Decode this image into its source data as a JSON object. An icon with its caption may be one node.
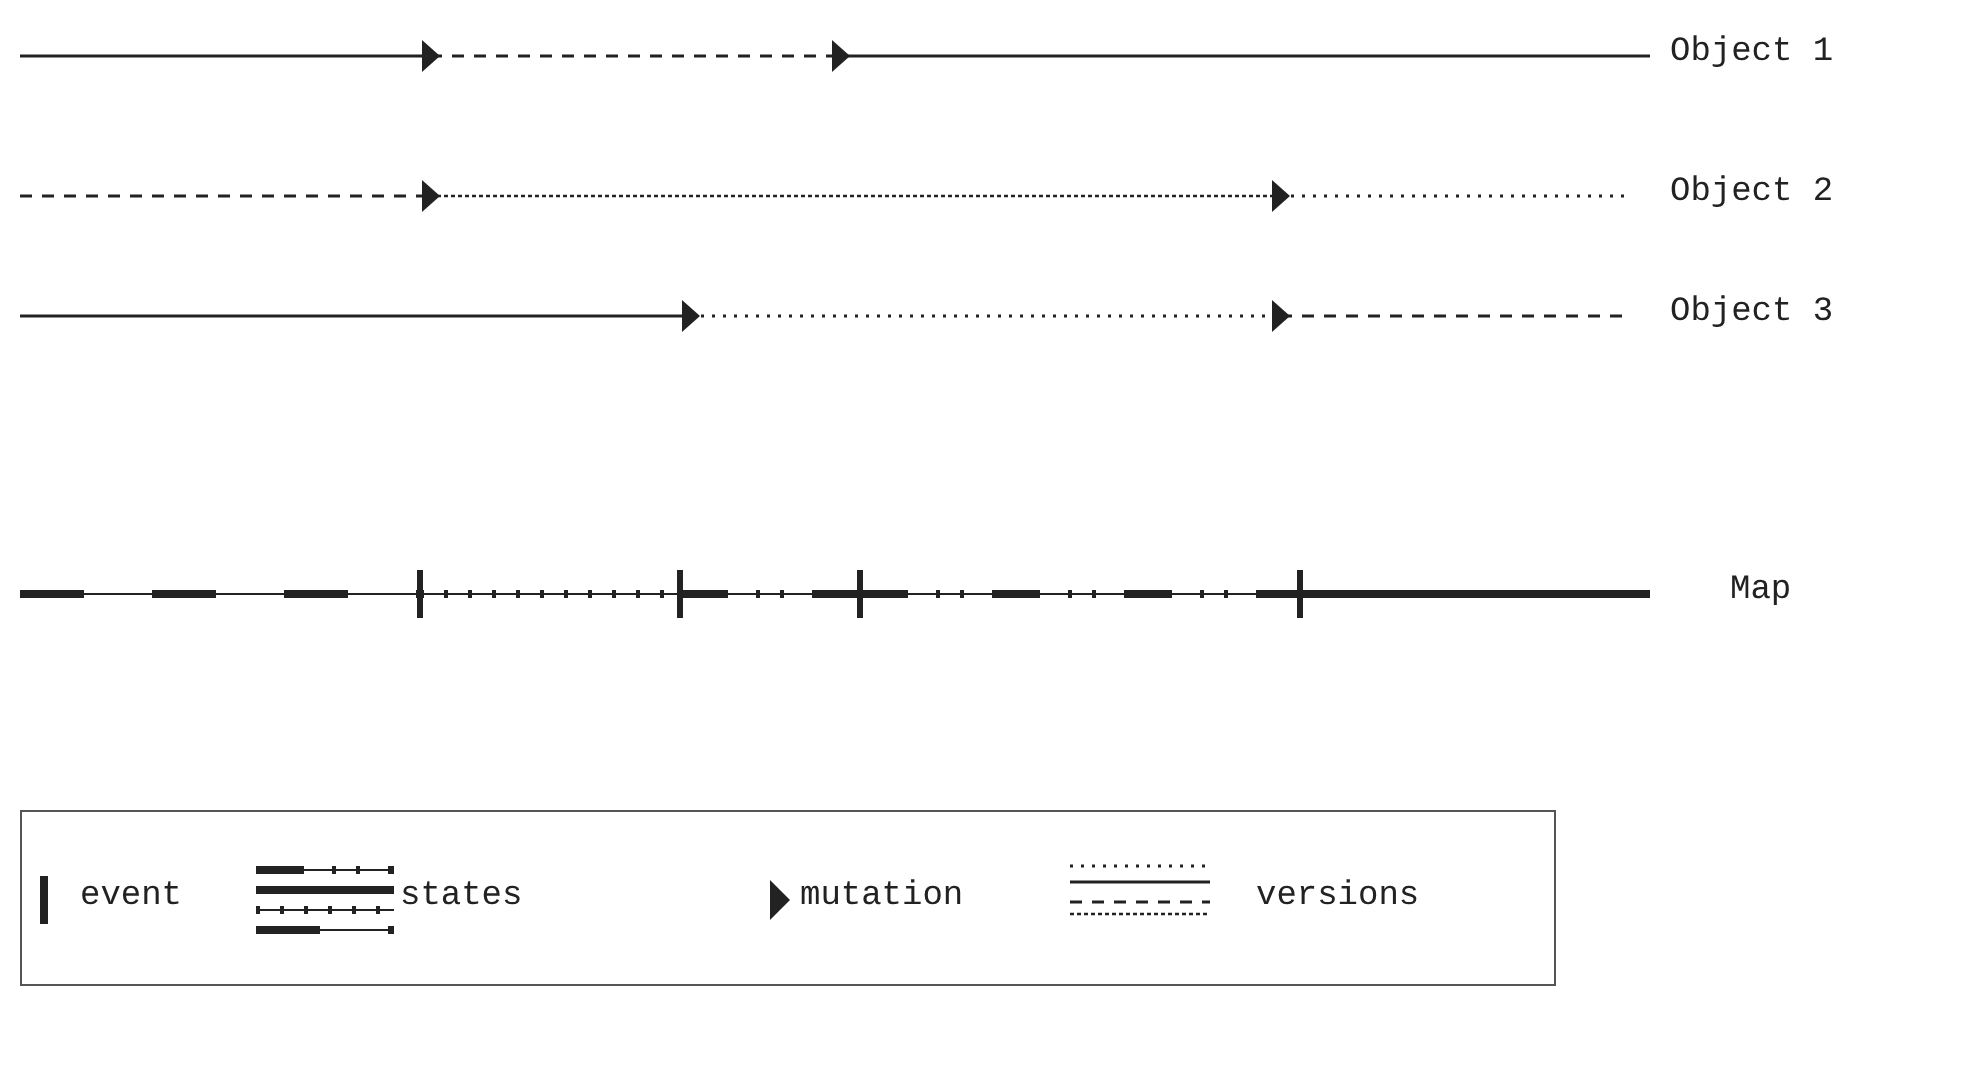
{
  "diagram": {
    "labels": [
      "Object 1",
      "Object 2",
      "Object 3",
      "Map"
    ],
    "legend": [
      {
        "text": "event"
      },
      {
        "text": "states"
      },
      {
        "text": "mutation"
      },
      {
        "text": "versions"
      }
    ]
  }
}
